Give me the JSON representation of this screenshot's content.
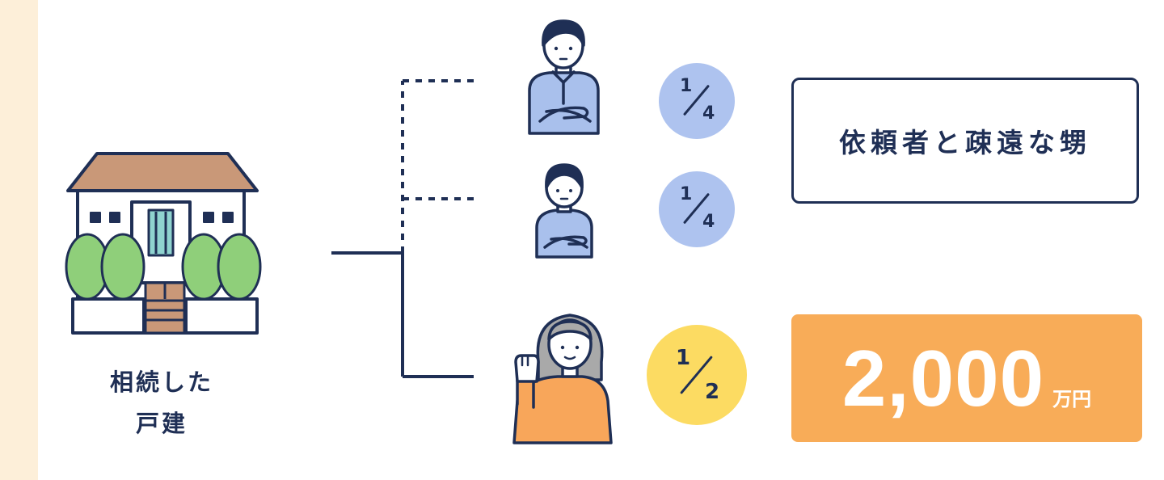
{
  "house": {
    "label_line1": "相続した",
    "label_line2": "戸建"
  },
  "heirs": [
    {
      "fraction": {
        "numerator": "1",
        "denominator": "4"
      },
      "circle_color": "#aec3ef"
    },
    {
      "fraction": {
        "numerator": "1",
        "denominator": "4"
      },
      "circle_color": "#aec3ef"
    },
    {
      "fraction": {
        "numerator": "1",
        "denominator": "2"
      },
      "circle_color": "#fcdb62"
    }
  ],
  "labels": {
    "relation_text": "依頼者と疎遠な甥",
    "amount_value": "2,000",
    "amount_unit": "万円"
  },
  "colors": {
    "navy": "#1f2f55",
    "side_strip": "#fdefd9",
    "amount_box": "#f8ac58",
    "blue_shirt": "#a9c0ec",
    "orange_shirt": "#f8a65a",
    "roof": "#c99878",
    "tree": "#8fcf7a",
    "window": "#8fd3cf"
  }
}
